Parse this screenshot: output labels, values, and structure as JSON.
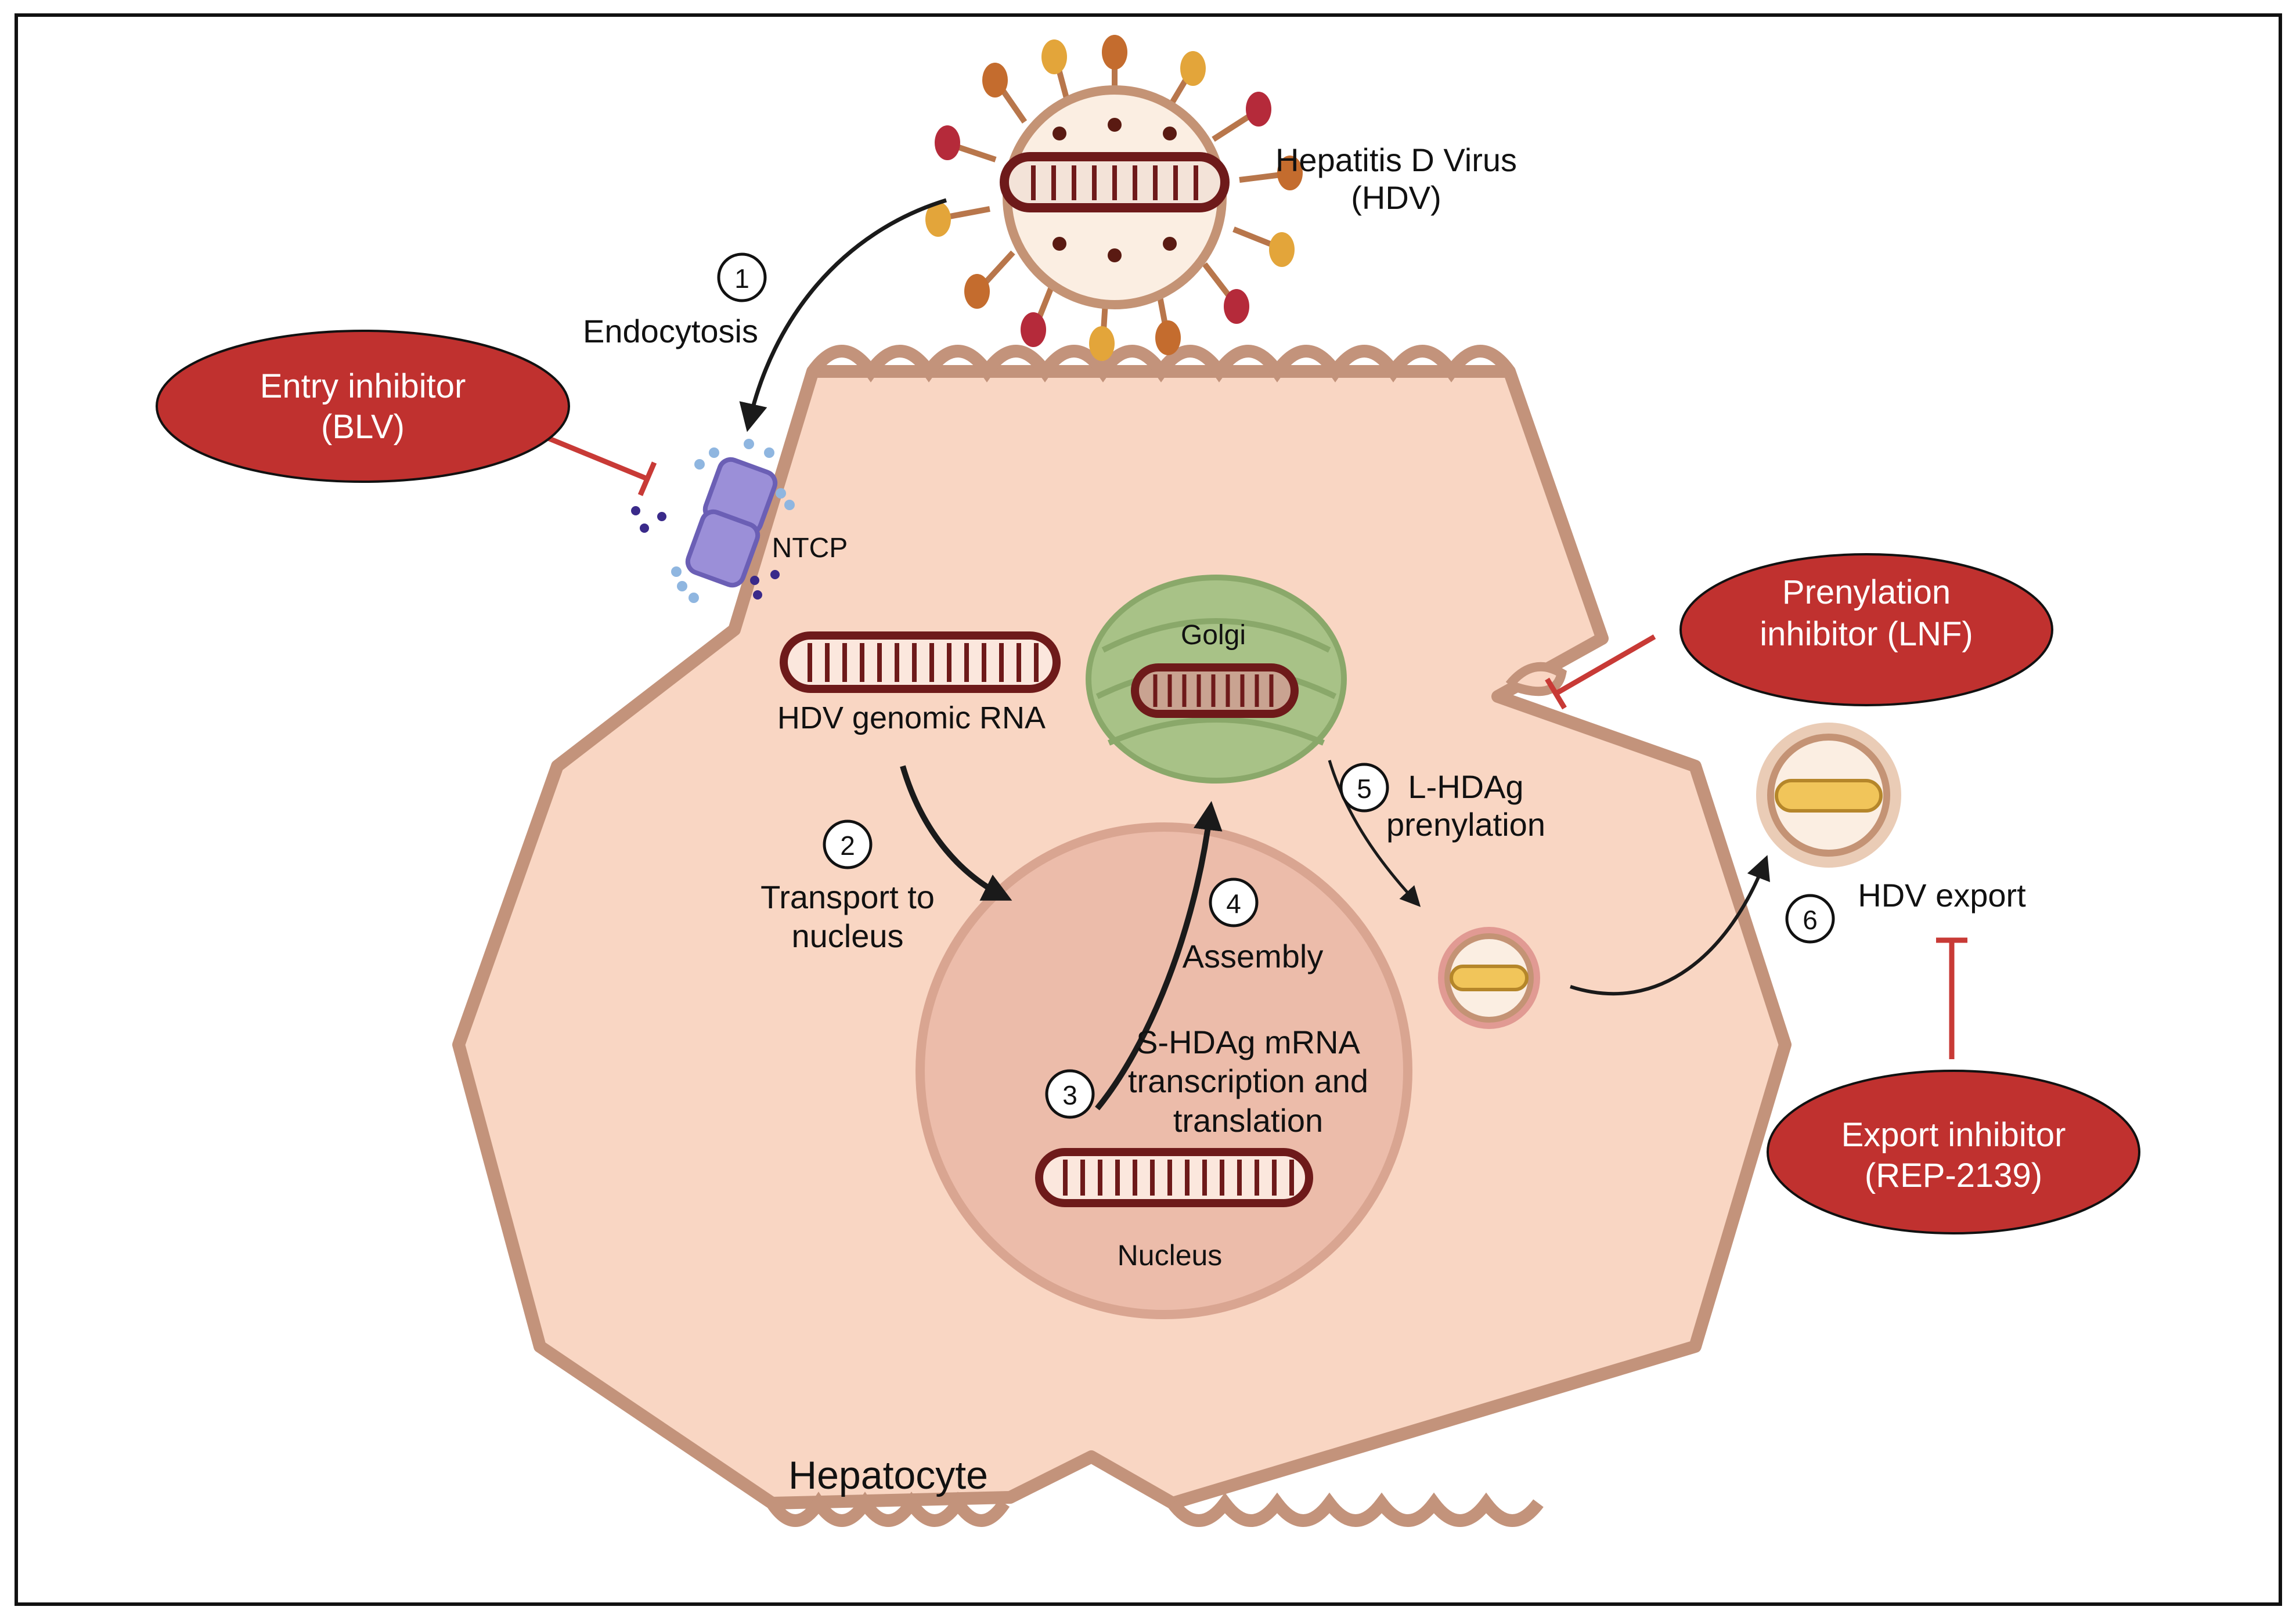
{
  "virus": {
    "name_line1": "Hepatitis D Virus",
    "name_line2": "(HDV)"
  },
  "cell": {
    "name": "Hepatocyte"
  },
  "receptor": {
    "label": "NTCP"
  },
  "organelles": {
    "golgi": "Golgi",
    "nucleus": "Nucleus",
    "rna": "HDV genomic RNA"
  },
  "steps": [
    {
      "num": "1",
      "lines": [
        "Endocytosis"
      ]
    },
    {
      "num": "2",
      "lines": [
        "Transport to",
        "nucleus"
      ]
    },
    {
      "num": "3",
      "lines": [
        "S-HDAg mRNA",
        "transcription and",
        "translation"
      ]
    },
    {
      "num": "4",
      "lines": [
        "Assembly"
      ]
    },
    {
      "num": "5",
      "lines": [
        "L-HDAg",
        "prenylation"
      ]
    },
    {
      "num": "6",
      "lines": [
        "HDV export"
      ]
    }
  ],
  "inhibitors": {
    "entry": {
      "line1": "Entry inhibitor",
      "line2": "(BLV)"
    },
    "prenylation": {
      "line1": "Prenylation",
      "line2": "inhibitor (LNF)"
    },
    "export": {
      "line1": "Export inhibitor",
      "line2": "(REP-2139)"
    }
  },
  "colors": {
    "inhibitor_fill": "#c0312f",
    "inhibitor_line": "#c83a36",
    "cell_fill": "#f9d6c3",
    "cell_stroke": "#c3937b",
    "nucleus_fill": "#ecbcaa",
    "rna_stroke": "#6e1a1a",
    "golgi_fill": "#a8c287",
    "receptor_fill": "#9b8fd8"
  }
}
